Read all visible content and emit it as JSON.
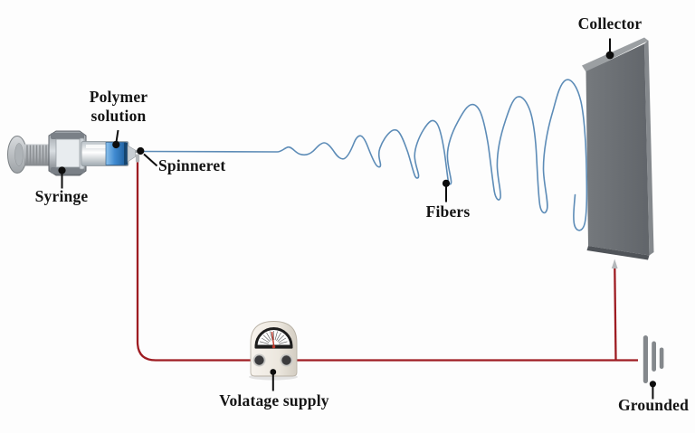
{
  "diagram": {
    "type": "electrospinning-setup",
    "labels": {
      "polymer_solution": "Polymer\nsolution",
      "syringe": "Syringe",
      "spinneret": "Spinneret",
      "fibers": "Fibers",
      "collector": "Collector",
      "voltage_supply": "Volatage supply",
      "grounded": "Grounded"
    },
    "colors": {
      "fiber_jet": "#5d8cb7",
      "high_voltage_wire": "#9e1c22",
      "polymer_solution_fill": "#3f8ad0",
      "collector_plate": "#6a6e72",
      "ground_bars": "#84888c",
      "supply_body": "#efe9e0",
      "label_text": "#141414",
      "pointer": "#0d0d0d"
    }
  }
}
